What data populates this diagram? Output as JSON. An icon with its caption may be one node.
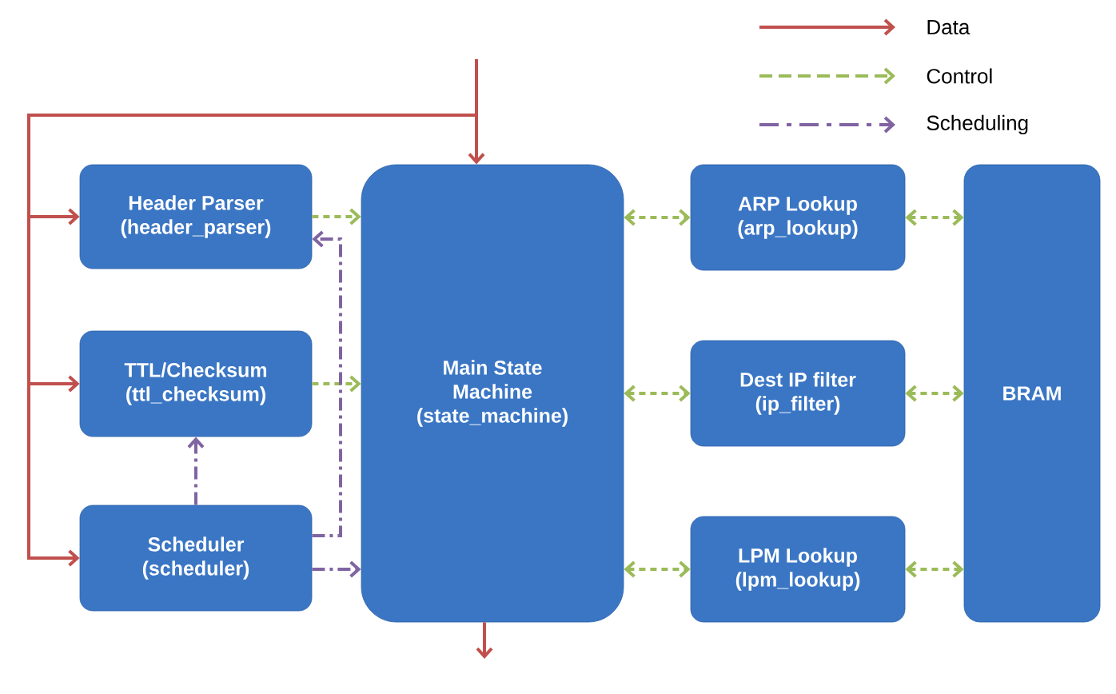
{
  "diagram": {
    "nodes": [
      {
        "text": [
          "Header Parser",
          "(header_parser)"
        ]
      },
      {
        "text": [
          "TTL/Checksum",
          "(ttl_checksum)"
        ]
      },
      {
        "text": [
          "Scheduler",
          "(scheduler)"
        ]
      },
      {
        "text": [
          "Main State Machine",
          "(state_machine)"
        ]
      },
      {
        "text": [
          "ARP Lookup",
          "(arp_lookup)"
        ]
      },
      {
        "text": [
          "Dest IP filter",
          "(ip_filter)"
        ]
      },
      {
        "text": [
          "LPM Lookup",
          "(lpm_lookup)"
        ]
      },
      {
        "text": [
          "BRAM"
        ]
      }
    ],
    "edges": [
      {
        "from": null,
        "to": 3,
        "arrow": "to",
        "color": "#c0504d"
      },
      {
        "from": null,
        "to": 0,
        "arrow": "to",
        "color": "#c0504d"
      },
      {
        "from": null,
        "to": 1,
        "arrow": "to",
        "color": "#c0504d"
      },
      {
        "from": null,
        "to": 2,
        "arrow": "to",
        "color": "#c0504d"
      },
      {
        "from": 3,
        "to": null,
        "arrow": "to",
        "color": "#c0504d"
      },
      {
        "from": 0,
        "to": 3,
        "arrow": "to",
        "style": "dashed"
      },
      {
        "from": 1,
        "to": 3,
        "arrow": "to",
        "style": "dashed"
      },
      {
        "from": 3,
        "to": 4,
        "arrow": "both",
        "style": "dashed"
      },
      {
        "from": 3,
        "to": 5,
        "arrow": "both",
        "style": "dashed"
      },
      {
        "from": 3,
        "to": 6,
        "arrow": "both",
        "style": "dashed"
      },
      {
        "from": 4,
        "to": 7,
        "arrow": "both",
        "style": "dashed"
      },
      {
        "from": 5,
        "to": 7,
        "arrow": "both",
        "style": "dashed"
      },
      {
        "from": 6,
        "to": 7,
        "arrow": "both",
        "style": "dashed"
      },
      {
        "from": 2,
        "to": 1,
        "arrow": "to",
        "style": "dashed",
        "color": "#8064a2"
      },
      {
        "from": 2,
        "to": 0,
        "arrow": "to",
        "style": "dashed",
        "color": "#8064a2"
      },
      {
        "from": 2,
        "to": 3,
        "arrow": "to",
        "style": "dashed",
        "color": "#8064a2"
      }
    ],
    "legend": [
      {
        "text": "Data"
      },
      {
        "text": "Control"
      },
      {
        "text": "Scheduling"
      }
    ]
  }
}
